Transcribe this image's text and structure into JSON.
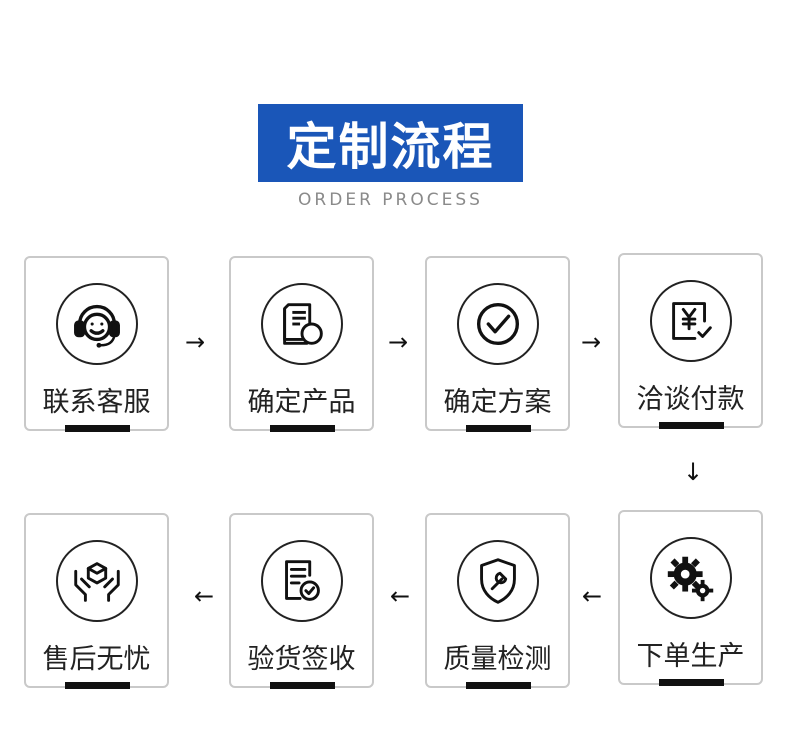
{
  "title": "定制流程",
  "subtitle": "ORDER PROCESS",
  "steps": [
    {
      "label": "联系客服",
      "icon": "customer-service-headset-icon"
    },
    {
      "label": "确定产品",
      "icon": "document-search-icon"
    },
    {
      "label": "确定方案",
      "icon": "checkmark-icon"
    },
    {
      "label": "洽谈付款",
      "icon": "yen-payment-icon"
    },
    {
      "label": "下单生产",
      "icon": "gears-icon"
    },
    {
      "label": "质量检测",
      "icon": "shield-wrench-icon"
    },
    {
      "label": "验货签收",
      "icon": "document-check-icon"
    },
    {
      "label": "售后无忧",
      "icon": "hands-box-icon"
    }
  ],
  "arrows": [
    "right",
    "right",
    "right",
    "down",
    "left",
    "left",
    "left"
  ]
}
